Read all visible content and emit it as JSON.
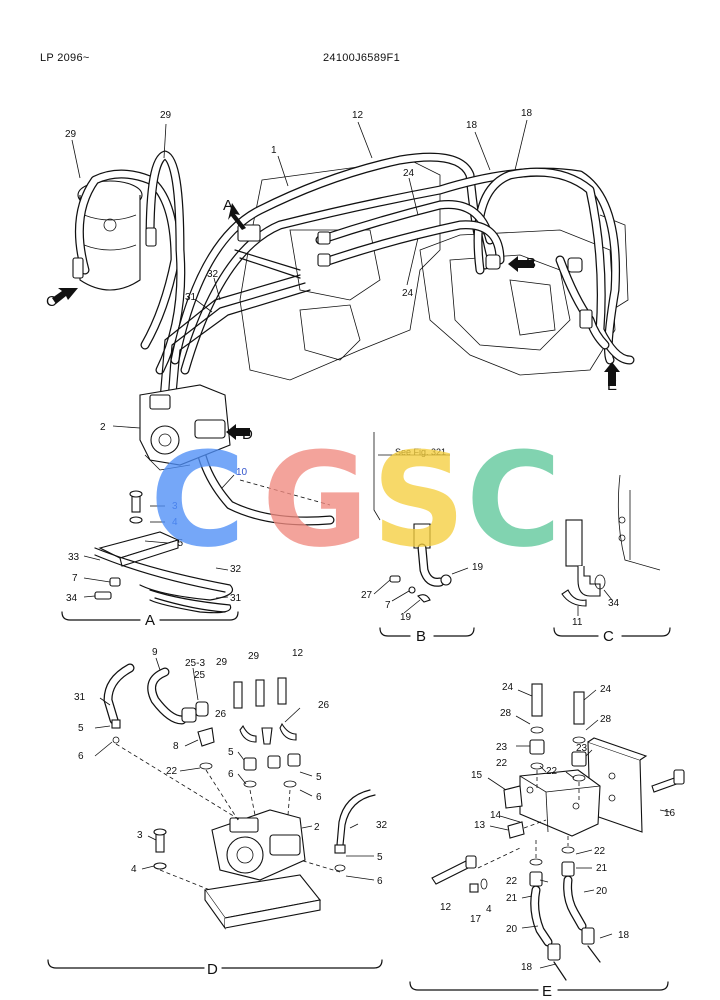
{
  "header": {
    "left": "LP 2096~",
    "center": "24100J6589F1"
  },
  "watermark": {
    "letters": [
      "C",
      "G",
      "S",
      "C"
    ],
    "colors": [
      "#4f8ff7",
      "#f08a80",
      "#f5cf3f",
      "#5ec79a"
    ]
  },
  "main_view": {
    "callouts": [
      "1",
      "2",
      "12",
      "18",
      "18",
      "24",
      "24",
      "29",
      "29",
      "31",
      "32",
      "10",
      "3",
      "4",
      "35"
    ],
    "view_arrows": [
      "A",
      "B",
      "C",
      "D",
      "E"
    ],
    "reference_note": "See Fig. 321"
  },
  "detail_a": {
    "title": "A",
    "callouts": [
      "3",
      "4",
      "35",
      "33",
      "7",
      "34",
      "32",
      "31"
    ]
  },
  "detail_b": {
    "title": "B",
    "callouts": [
      "27",
      "7",
      "19",
      "19"
    ]
  },
  "detail_c": {
    "title": "C",
    "callouts": [
      "11",
      "34"
    ]
  },
  "detail_d": {
    "title": "D",
    "callouts": [
      "9",
      "25-3",
      "25",
      "29",
      "29",
      "12",
      "31",
      "26",
      "26",
      "5",
      "6",
      "8",
      "22",
      "5",
      "6",
      "6",
      "2",
      "3",
      "4",
      "32",
      "5",
      "6"
    ]
  },
  "detail_e": {
    "title": "E",
    "callouts": [
      "24",
      "24",
      "28",
      "28",
      "23",
      "23",
      "22",
      "22",
      "15",
      "16",
      "14",
      "13",
      "22",
      "21",
      "22",
      "21",
      "20",
      "12",
      "17",
      "4",
      "20",
      "18",
      "18"
    ]
  }
}
